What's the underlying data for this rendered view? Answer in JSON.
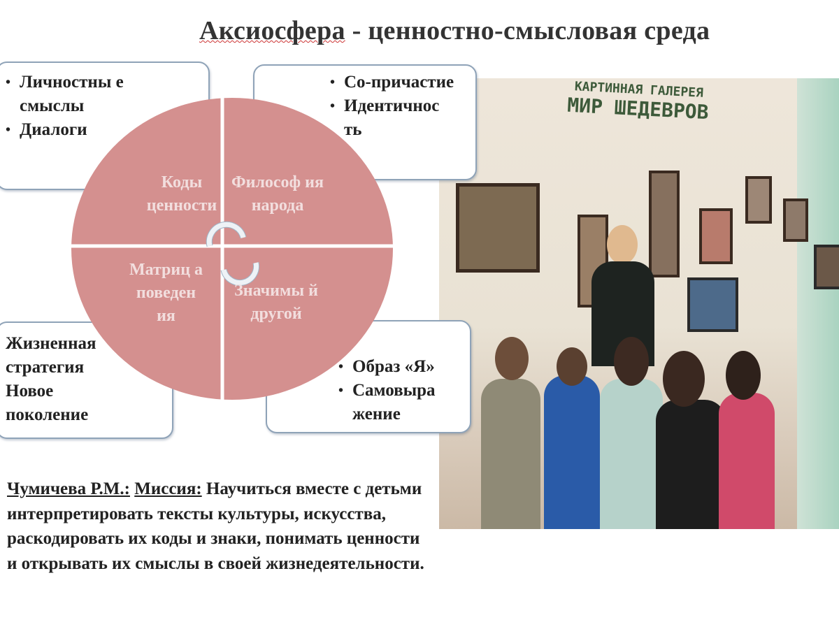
{
  "title": {
    "highlighted": "Аксиосфера",
    "rest": " - ценностно-смысловая среда"
  },
  "boxes": {
    "top_left": [
      "Личностны е смыслы",
      "Диалоги"
    ],
    "top_right": [
      "Со-причастие",
      "Идентичнос ть"
    ],
    "bottom_left": [
      "Жизненная стратегия",
      "Новое поколение"
    ],
    "bottom_right": [
      "Образ «Я»",
      "Самовыра жение"
    ]
  },
  "wheel": {
    "fill_color": "#d4908f",
    "quadrants": [
      "Коды ценности",
      "Философ ия народа",
      "Матриц а поведен ия",
      "Значимы й другой"
    ]
  },
  "photo": {
    "sign_line1": "КАРТИННАЯ ГАЛЕРЕЯ",
    "sign_line2": "МИР ШЕДЕВРОВ"
  },
  "mission": {
    "author": "Чумичева Р.М.:",
    "label": "Миссия:",
    "text": " Научиться вместе с детьми интерпретировать тексты культуры, искусства, раскодировать их коды и знаки, понимать ценности и открывать их смыслы в своей жизнедеятельности."
  }
}
